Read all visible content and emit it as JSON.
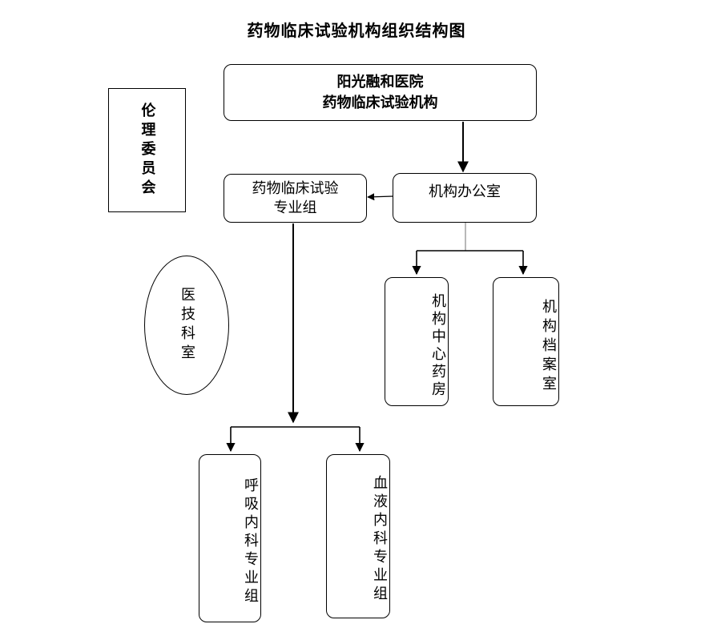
{
  "title": "药物临床试验机构组织结构图",
  "nodes": {
    "hospital": {
      "line1": "阳光融和医院",
      "line2": "药物临床试验机构"
    },
    "ethics": "伦理委员会",
    "specialty_group": {
      "line1": "药物临床试验",
      "line2": "专业组"
    },
    "office": "机构办公室",
    "pharmacy": "机构中心药房",
    "archive": "机构档案室",
    "medtech": "医技科室",
    "respiratory": "呼吸内科专业组",
    "hematology": "血液内科专业组"
  }
}
